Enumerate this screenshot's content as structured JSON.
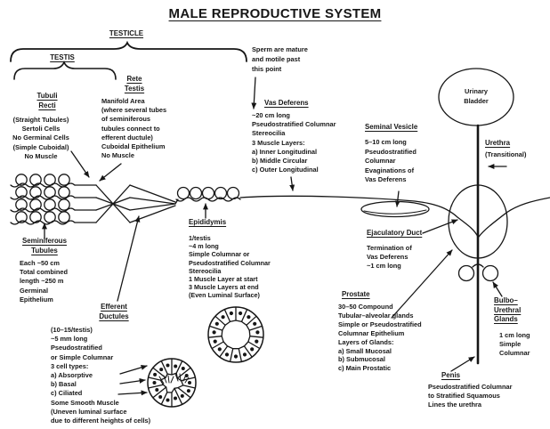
{
  "title": "MALE REPRODUCTIVE SYSTEM",
  "colors": {
    "ink": "#161616",
    "bg": "#ffffff"
  },
  "braces": {
    "testicle_label": "TESTICLE",
    "testis_label": "TESTIS"
  },
  "tubuli_recti": {
    "label": "Tubuli\nRecti",
    "details": "(Straight Tubules)\nSertoli Cells\nNo Germinal Cells\n(Simple Cuboidal)\nNo Muscle"
  },
  "rete_testis": {
    "label": "Rete\nTestis",
    "details": "Manifold Area\n(where several tubes\nof seminiferous\ntubules connect to\nefferent ductule)\nCuboidal Epithelium\nNo Muscle"
  },
  "seminiferous_tubules": {
    "label": "Seminiferous\nTubules",
    "details": "Each ~50 cm\nTotal combined\nlength ~250 m\nGerminal\nEpithelium"
  },
  "efferent_ductules": {
    "label": "Efferent\nDuctules",
    "details": "(10–15/testis)\n~5 mm long\nPseudostratified\nor Simple Columnar\n3 cell types:\na) Absorptive\nb) Basal\nc) Ciliated\nSome Smooth Muscle\n(Uneven luminal surface\ndue to different heights of cells)"
  },
  "epididymis": {
    "label": "Epididymis",
    "details": "1/testis\n~4 m long\nSimple Columnar or\nPseudostratified Columnar\nStereocilia\n1 Muscle Layer at start\n3 Muscle Layers at end\n(Even Luminal Surface)"
  },
  "sperm_note": "Sperm are mature\nand motile past\nthis point",
  "vas_deferens": {
    "label": "Vas Deferens",
    "details": "~20 cm long\nPseudostratified Columnar\nStereocilia\n3 Muscle Layers:\na) Inner Longitudinal\nb) Middle Circular\nc) Outer Longitudinal"
  },
  "seminal_vesicle": {
    "label": "Seminal Vesicle",
    "details": "5–10 cm long\nPseudostratified\nColumnar\nEvaginations of\nVas Deferens"
  },
  "urinary_bladder": {
    "label": "Urinary\nBladder"
  },
  "urethra": {
    "label": "Urethra",
    "sub": "(Transitional)"
  },
  "ejaculatory_duct": {
    "label": "Ejaculatory Duct",
    "details": "Termination of\nVas Deferens\n~1 cm long"
  },
  "prostate": {
    "label": "Prostate",
    "details": "30–50 Compound\nTubular–alveolar glands\nSimple or Pseudostratified\nColumnar Epithelium\nLayers of Glands:\na) Small Mucosal\nb) Submucosal\nc) Main Prostatic"
  },
  "bulbourethral": {
    "label": "Bulbo–\nUrethral\nGlands",
    "details": "1 cm long\nSimple\nColumnar"
  },
  "penis": {
    "label": "Penis",
    "details": "Pseudostratified Columnar\nto Stratified Squamous\nLines the urethra"
  }
}
